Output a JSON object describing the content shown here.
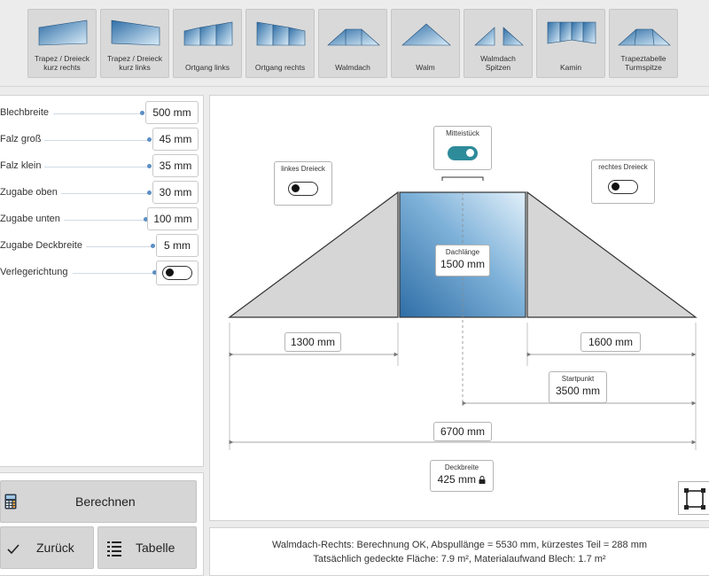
{
  "toolbar": {
    "items": [
      {
        "label": "Trapez / Dreieck\nkurz rechts",
        "icon": "trapez-kurz-rechts-icon"
      },
      {
        "label": "Trapez / Dreieck\nkurz links",
        "icon": "trapez-kurz-links-icon"
      },
      {
        "label": "Ortgang links",
        "icon": "ortgang-links-icon"
      },
      {
        "label": "Ortgang rechts",
        "icon": "ortgang-rechts-icon"
      },
      {
        "label": "Walmdach",
        "icon": "walmdach-icon"
      },
      {
        "label": "Walm",
        "icon": "walm-icon"
      },
      {
        "label": "Walmdach\nSpitzen",
        "icon": "walmdach-spitzen-icon"
      },
      {
        "label": "Kamin",
        "icon": "kamin-icon"
      },
      {
        "label": "Trapeztabelle\nTurmspitze",
        "icon": "trapeztabelle-turmspitze-icon"
      }
    ]
  },
  "params": {
    "rows": [
      {
        "label": "Blechbreite",
        "value": "500 mm"
      },
      {
        "label": "Falz groß",
        "value": "45 mm"
      },
      {
        "label": "Falz klein",
        "value": "35 mm"
      },
      {
        "label": "Zugabe oben",
        "value": "30 mm"
      },
      {
        "label": "Zugabe unten",
        "value": "100 mm"
      },
      {
        "label": "Zugabe Deckbreite",
        "value": "5 mm"
      }
    ],
    "verlegerichtung_label": "Verlegerichtung",
    "verlegerichtung_on": false
  },
  "buttons": {
    "calculate": "Berechnen",
    "back": "Zurück",
    "table": "Tabelle"
  },
  "drawing": {
    "left_triangle": {
      "title": "linkes Dreieck",
      "on": false
    },
    "middle_piece": {
      "title": "Mitteistück",
      "on": true
    },
    "right_triangle": {
      "title": "rechtes Dreieck",
      "on": false
    },
    "roof_length": {
      "title": "Dachlänge",
      "value": "1500 mm"
    },
    "left_width": "1300 mm",
    "right_width": "1600 mm",
    "start_point": {
      "title": "Startpunkt",
      "value": "3500 mm"
    },
    "total_width": "6700 mm",
    "cover_width": {
      "title": "Deckbreite",
      "value": "425 mm"
    },
    "colors": {
      "triangle": "#d6d6d6",
      "panel_from": "#2f6ea6",
      "panel_to": "#e2f0fa",
      "accent": "#2e8b9a"
    }
  },
  "status": {
    "line1": "Walmdach-Rechts: Berechnung OK, Abspullänge = 5530 mm, kürzestes Teil = 288 mm",
    "line2": "Tatsächlich gedeckte Fläche: 7.9 m², Materialaufwand Blech: 1.7 m²"
  }
}
